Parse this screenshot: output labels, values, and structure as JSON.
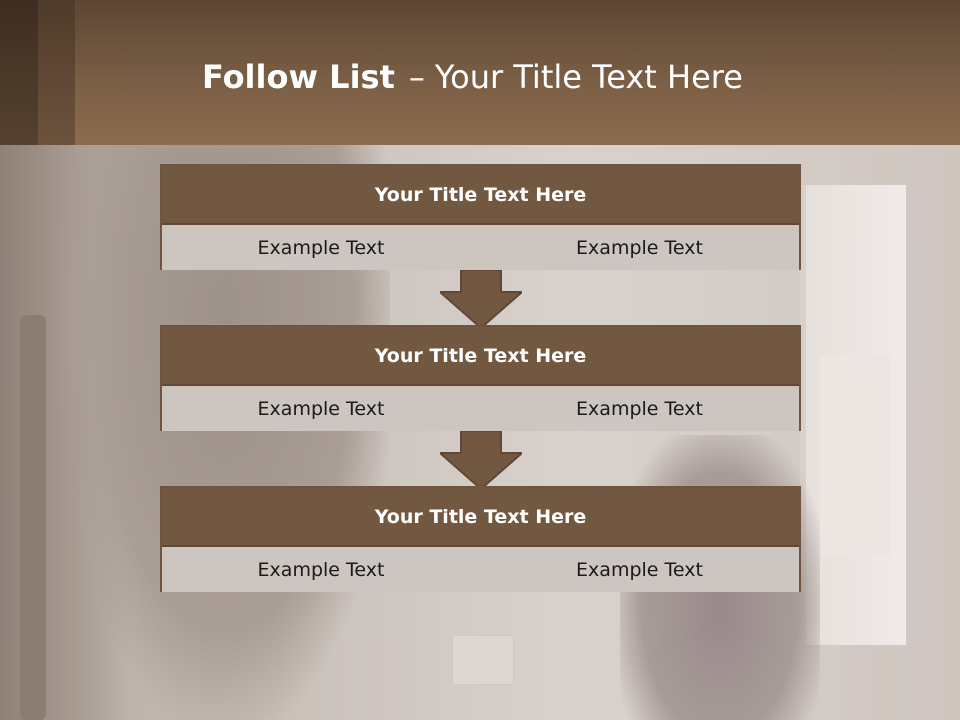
{
  "header": {
    "title_bold": "Follow List",
    "separator": "–",
    "title_rest": "Your Title Text Here"
  },
  "steps": [
    {
      "title": "Your Title Text Here",
      "left": "Example Text",
      "right": "Example Text"
    },
    {
      "title": "Your Title Text Here",
      "left": "Example Text",
      "right": "Example Text"
    },
    {
      "title": "Your Title Text Here",
      "left": "Example Text",
      "right": "Example Text"
    }
  ],
  "colors": {
    "header_brown": "#7a5e45",
    "box_brown": "#735841",
    "cell_bg": "#ccc5c0"
  }
}
